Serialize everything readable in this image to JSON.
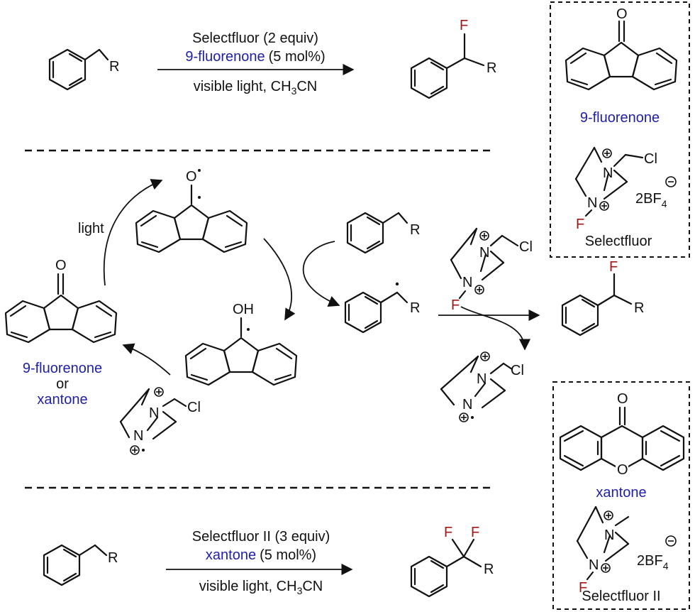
{
  "reaction1": {
    "reagent_line1": "Selectfluor (2 equiv)",
    "catalyst_name": "9-fluorenone",
    "catalyst_loading": "(5 mol%)",
    "conditions": "visible light, CH",
    "conditions_sub": "3",
    "conditions_end": "CN",
    "sm_R": "R",
    "prod_F": "F",
    "prod_R": "R"
  },
  "reaction2": {
    "reagent_line1": "Selectfluor II (3 equiv)",
    "catalyst_name": "xantone",
    "catalyst_loading": "(5 mol%)",
    "conditions": "visible light, CH",
    "conditions_sub": "3",
    "conditions_end": "CN",
    "sm_R": "R",
    "prod_F1": "F",
    "prod_F2": "F",
    "prod_R": "R"
  },
  "box1": {
    "ketone_O": "O",
    "catalyst_label": "9-fluorenone",
    "N_plus": "N",
    "N_F": "N",
    "Cl": "Cl",
    "F": "F",
    "counterion": "2BF",
    "counterion_sub": "4",
    "reagent_label": "Selectfluor"
  },
  "box2": {
    "ketone_O": "O",
    "ring_O": "O",
    "catalyst_label": "xantone",
    "N_plus": "N",
    "N_F": "N",
    "F": "F",
    "counterion": "2BF",
    "counterion_sub": "4",
    "reagent_label": "Selectfluor II"
  },
  "mechanism": {
    "light_label": "light",
    "radical_O": "O",
    "OH_label": "OH",
    "catalyst_line1": "9-fluorenone",
    "catalyst_or": "or",
    "catalyst_line2": "xantone",
    "ketone_O": "O",
    "benzyl_R": "R",
    "radical_R": "R",
    "product_F": "F",
    "product_R": "R",
    "reagent_N_top": "N",
    "reagent_N_bottom": "N",
    "reagent_Cl": "Cl",
    "reagent_F": "F",
    "spent_N_top": "N",
    "spent_N_bottom": "N",
    "spent_Cl": "Cl",
    "radcat_N_top": "N",
    "radcat_N_bottom": "N",
    "radcat_Cl": "Cl"
  },
  "colors": {
    "catalyst_blue": "#1f1fa8",
    "fluorine_red": "#a01818"
  }
}
